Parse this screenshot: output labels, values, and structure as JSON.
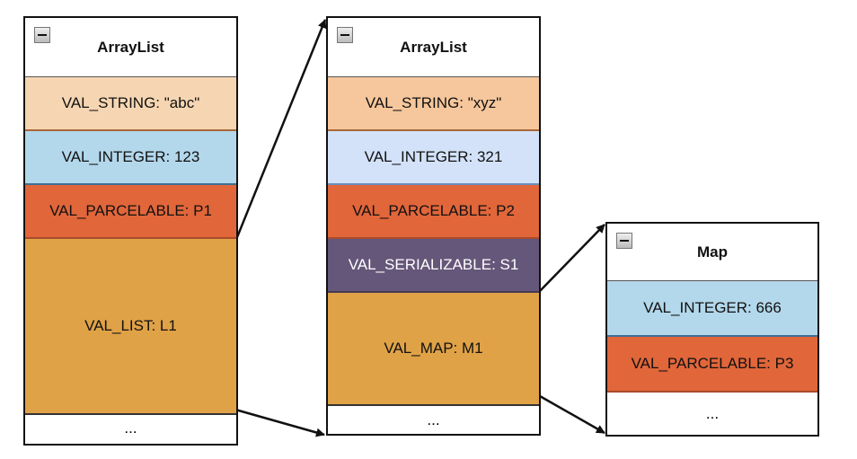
{
  "colors": {
    "string_light": "#f6d6b2",
    "string": "#f6c79c",
    "integer_light": "#b3d7eb",
    "integer": "#d3e2f8",
    "parcelable": "#e1663a",
    "list": "#e0a247",
    "serializable": "#65577a"
  },
  "boxes": [
    {
      "title": "ArrayList",
      "rows": [
        "VAL_STRING:  \"abc\"",
        "VAL_INTEGER: 123",
        "VAL_PARCELABLE: P1",
        "VAL_LIST: L1"
      ],
      "more": "..."
    },
    {
      "title": "ArrayList",
      "rows": [
        "VAL_STRING:  \"xyz\"",
        "VAL_INTEGER: 321",
        "VAL_PARCELABLE: P2",
        "VAL_SERIALIZABLE: S1",
        "VAL_MAP: M1"
      ],
      "more": "..."
    },
    {
      "title": "Map",
      "rows": [
        "VAL_INTEGER: 666",
        "VAL_PARCELABLE: P3"
      ],
      "more": "..."
    }
  ]
}
